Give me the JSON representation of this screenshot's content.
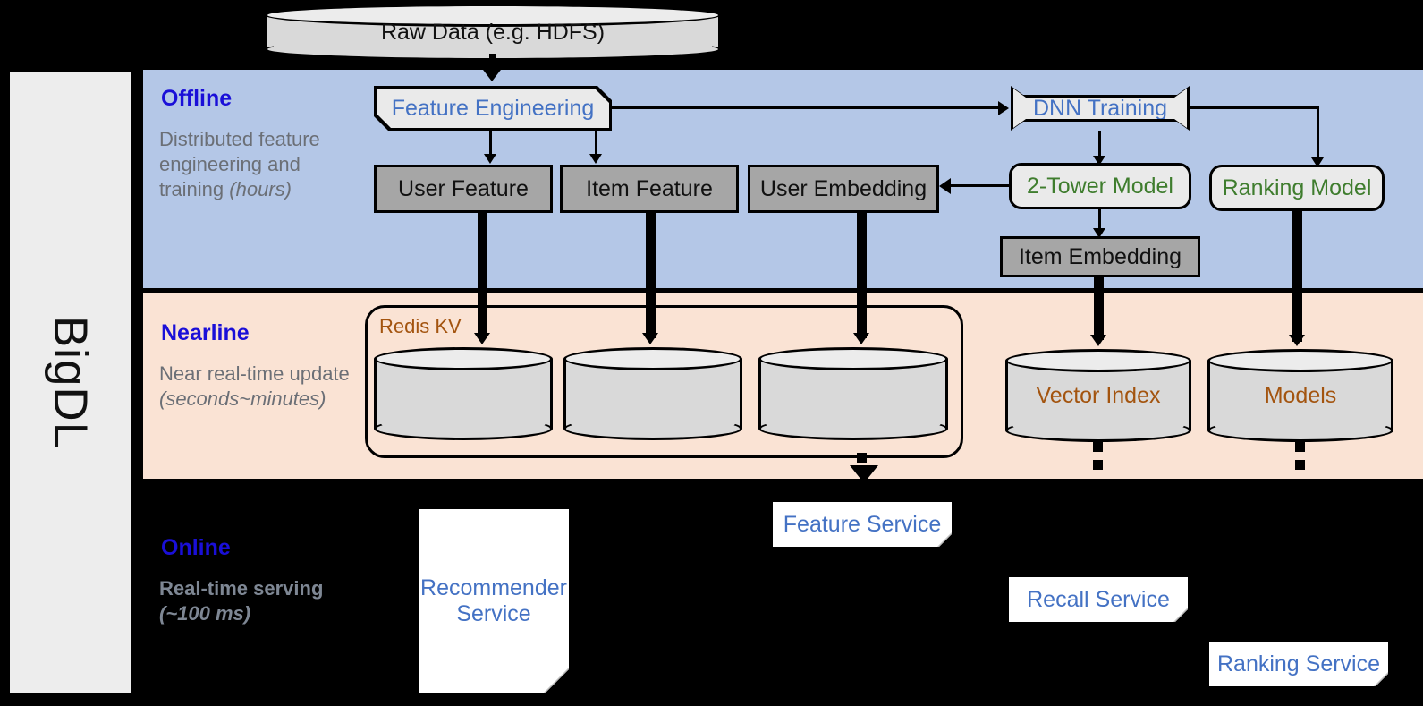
{
  "platform": {
    "name": "BigDL"
  },
  "source": {
    "label": "Raw Data (e.g. HDFS)"
  },
  "bands": {
    "offline": {
      "title": "Offline",
      "subtitle_main": "Distributed feature engineering and training ",
      "subtitle_em": "(hours)",
      "color": "#b4c7e7"
    },
    "nearline": {
      "title": "Nearline",
      "subtitle_main": "Near real-time update ",
      "subtitle_em": "(seconds~minutes)",
      "color": "#fae3d4"
    },
    "online": {
      "title": "Online",
      "subtitle_main": "Real-time serving ",
      "subtitle_em": "(~100 ms)",
      "color": "#000000"
    }
  },
  "offline": {
    "feature_engineering": "Feature Engineering",
    "dnn_training": "DNN Training",
    "user_feature": "User Feature",
    "item_feature": "Item Feature",
    "user_embedding": "User Embedding",
    "two_tower_model": "2-Tower Model",
    "ranking_model": "Ranking Model",
    "item_embedding": "Item Embedding"
  },
  "nearline": {
    "redis_kv": "Redis KV",
    "store_1": "",
    "store_2": "",
    "store_3": "",
    "vector_index": "Vector Index",
    "models": "Models"
  },
  "online": {
    "recommender_service": "Recommender Service",
    "feature_service": "Feature Service",
    "recall_service": "Recall Service",
    "ranking_service": "Ranking Service"
  },
  "colors": {
    "offline_band": "#b4c7e7",
    "nearline_band": "#fae3d4",
    "blue_text": "#4472c4",
    "green_text": "#3f7d2e",
    "brown_text": "#a3540f",
    "title_blue": "#1a0fd8",
    "gray_box": "#a6a6a6",
    "cylinder": "#d9d9d9"
  }
}
